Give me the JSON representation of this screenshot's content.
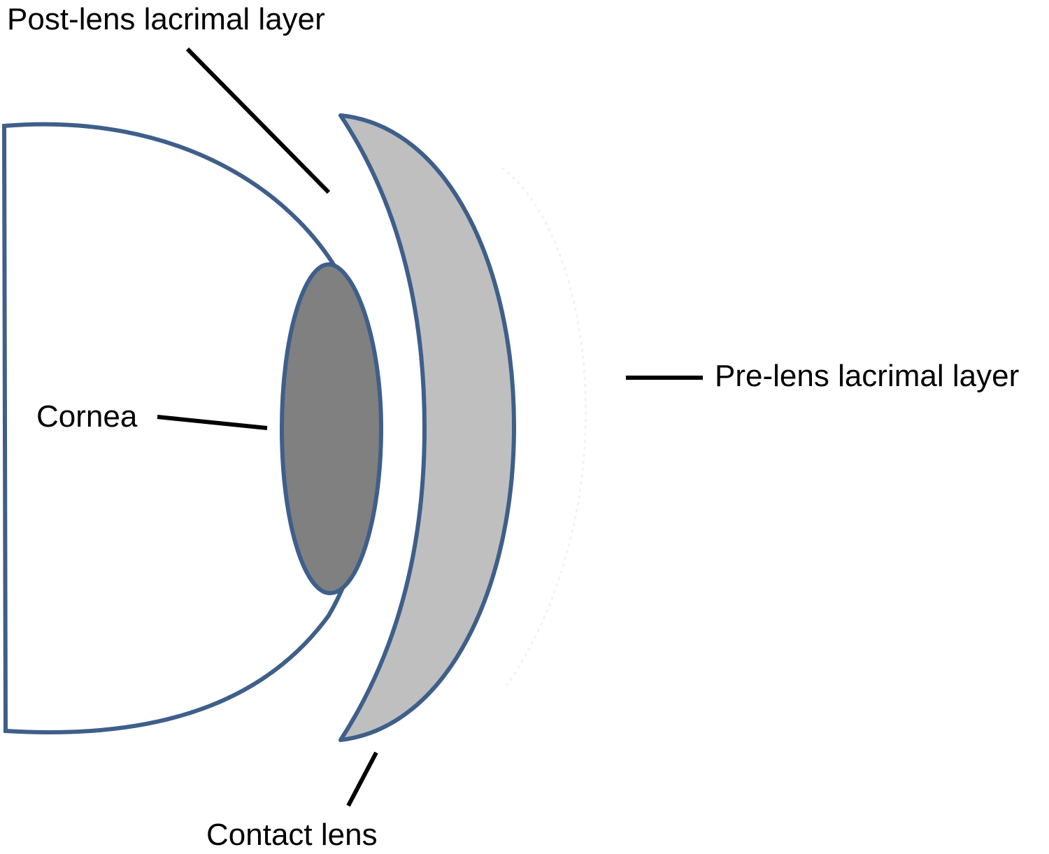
{
  "labels": {
    "post_lens": "Post-lens lacrimal layer",
    "pre_lens": "Pre-lens lacrimal layer",
    "cornea": "Cornea",
    "contact_lens": "Contact lens"
  },
  "colors": {
    "outline": "#3e5f8a",
    "contact_lens_fill": "#bfbfbf",
    "cornea_fill": "#808080",
    "eye_fill": "#ffffff",
    "text": "#000000",
    "leader": "#000000"
  }
}
